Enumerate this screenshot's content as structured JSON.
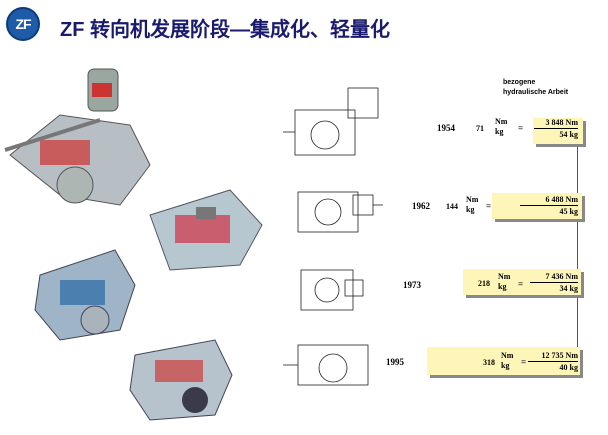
{
  "logo": {
    "text": "ZF"
  },
  "title": "ZF 转向机发展阶段—集成化、轻量化",
  "header": {
    "line1": "bezogene",
    "line2": "hydraulische Arbeit"
  },
  "rows": [
    {
      "year": "1954",
      "ratio_num": "71",
      "unit_top": "Nm",
      "unit_bottom": "kg",
      "eq": "=",
      "frac_top": "3 848 Nm",
      "frac_bottom": "54 kg"
    },
    {
      "year": "1962",
      "ratio_num": "144",
      "unit_top": "Nm",
      "unit_bottom": "kg",
      "eq": "=",
      "frac_top": "6 488 Nm",
      "frac_bottom": "45 kg"
    },
    {
      "year": "1973",
      "ratio_num": "218",
      "unit_top": "Nm",
      "unit_bottom": "kg",
      "eq": "=",
      "frac_top": "7 436 Nm",
      "frac_bottom": "34 kg"
    },
    {
      "year": "1995",
      "ratio_num": "318",
      "unit_top": "Nm",
      "unit_bottom": "kg",
      "eq": "=",
      "frac_top": "12 735 Nm",
      "frac_bottom": "40 kg"
    }
  ],
  "colors": {
    "box_fill": "#fdf6b8",
    "title_color": "#1a1a6e",
    "logo_blue": "#1e5ba8"
  }
}
